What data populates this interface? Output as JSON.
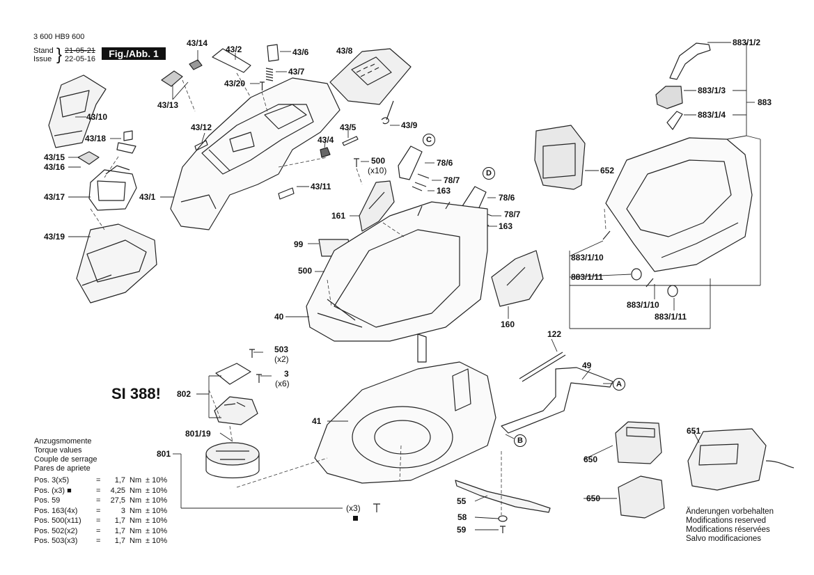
{
  "header": {
    "doc_number": "3 600 HB9 600",
    "stand_label": "Stand",
    "issue_label": "Issue",
    "brace": "}",
    "old_date": "21-05-21",
    "new_date": "22-05-16",
    "figure": "Fig./Abb. 1"
  },
  "callouts": {
    "p43_14": "43/14",
    "p43_2": "43/2",
    "p43_6": "43/6",
    "p43_8": "43/8",
    "p43_7": "43/7",
    "p43_20": "43/20",
    "p43_13": "43/13",
    "p43_10": "43/10",
    "p43_18": "43/18",
    "p43_15": "43/15",
    "p43_16": "43/16",
    "p43_17": "43/17",
    "p43_19": "43/19",
    "p43_12": "43/12",
    "p43_1": "43/1",
    "p43_9": "43/9",
    "p43_5": "43/5",
    "p43_4": "43/4",
    "p43_11": "43/11",
    "p500a": "500",
    "p500a_qty": "(x10)",
    "p78_6a": "78/6",
    "p78_7a": "78/7",
    "p163a": "163",
    "p78_6b": "78/6",
    "p78_7b": "78/7",
    "p163b": "163",
    "p161": "161",
    "p99": "99",
    "p500b": "500",
    "p40": "40",
    "p160": "160",
    "p652": "652",
    "p883_1_2": "883/1/2",
    "p883_1_3": "883/1/3",
    "p883": "883",
    "p883_1_4": "883/1/4",
    "p883_1_10a": "883/1/10",
    "p883_1_11a": "883/1/11",
    "p883_1_10b": "883/1/10",
    "p883_1_11b": "883/1/11",
    "p503": "503",
    "p503_qty": "(x2)",
    "p3": "3",
    "p3_qty": "(x6)",
    "p802": "802",
    "p801_19": "801/19",
    "p801": "801",
    "p41": "41",
    "p122": "122",
    "p49": "49",
    "p651": "651",
    "p650a": "650",
    "p650b": "650",
    "p55": "55",
    "p58": "58",
    "p59": "59",
    "bottom_qty": "(x3)"
  },
  "markers": {
    "A": "A",
    "B": "B",
    "C": "C",
    "D": "D"
  },
  "si_note": "SI 388!",
  "torque": {
    "title": [
      "Anzugsmomente",
      "Torque values",
      "Couple de serrage",
      "Pares de apriete"
    ],
    "rows": [
      {
        "pos": "Pos.    3(x5)",
        "eq": "=",
        "value": "1,7",
        "unit": "Nm",
        "tol": "± 10%"
      },
      {
        "pos": "Pos.       (x3) ■",
        "eq": "=",
        "value": "4,25",
        "unit": "Nm",
        "tol": "± 10%"
      },
      {
        "pos": "Pos.   59",
        "eq": "=",
        "value": "27,5",
        "unit": "Nm",
        "tol": "± 10%"
      },
      {
        "pos": "Pos. 163(4x)",
        "eq": "=",
        "value": "3",
        "unit": "Nm",
        "tol": "± 10%"
      },
      {
        "pos": "Pos. 500(x11)",
        "eq": "=",
        "value": "1,7",
        "unit": "Nm",
        "tol": "± 10%"
      },
      {
        "pos": "Pos. 502(x2)",
        "eq": "=",
        "value": "1,7",
        "unit": "Nm",
        "tol": "± 10%"
      },
      {
        "pos": "Pos. 503(x3)",
        "eq": "=",
        "value": "1,7",
        "unit": "Nm",
        "tol": "± 10%"
      }
    ]
  },
  "notes": [
    "Änderungen vorbehalten",
    "Modifications reserved",
    "Modifications réservées",
    "Salvo modificaciones"
  ]
}
